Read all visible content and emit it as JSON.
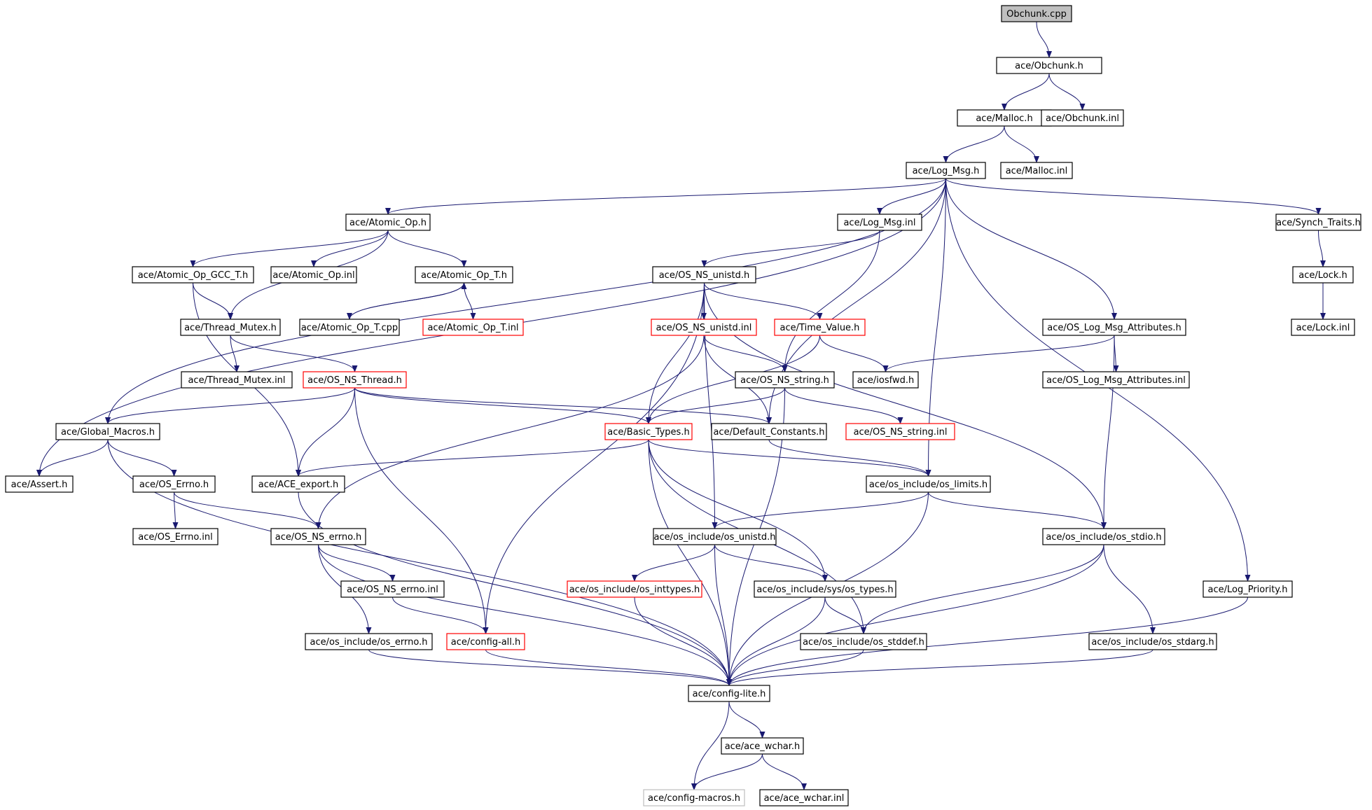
{
  "graph": {
    "colors": {
      "edge": "#191970",
      "node_border": "#000000",
      "incomplete_border": "#ff0000",
      "external_border": "#bfbfbf",
      "root_fill": "#bfbfbf"
    },
    "nodes": [
      {
        "id": "obchunk_cpp",
        "label": "Obchunk.cpp",
        "kind": "root"
      },
      {
        "id": "obchunk_h",
        "label": "ace/Obchunk.h",
        "kind": "normal"
      },
      {
        "id": "malloc_h",
        "label": "ace/Malloc.h",
        "kind": "normal"
      },
      {
        "id": "obchunk_inl",
        "label": "ace/Obchunk.inl",
        "kind": "normal"
      },
      {
        "id": "log_msg_h",
        "label": "ace/Log_Msg.h",
        "kind": "normal"
      },
      {
        "id": "malloc_inl",
        "label": "ace/Malloc.inl",
        "kind": "normal"
      },
      {
        "id": "atomic_op_h",
        "label": "ace/Atomic_Op.h",
        "kind": "normal"
      },
      {
        "id": "log_msg_inl",
        "label": "ace/Log_Msg.inl",
        "kind": "normal"
      },
      {
        "id": "synch_traits_h",
        "label": "ace/Synch_Traits.h",
        "kind": "normal"
      },
      {
        "id": "atomic_op_gcc_t_h",
        "label": "ace/Atomic_Op_GCC_T.h",
        "kind": "normal"
      },
      {
        "id": "atomic_op_inl",
        "label": "ace/Atomic_Op.inl",
        "kind": "normal"
      },
      {
        "id": "atomic_op_t_h",
        "label": "ace/Atomic_Op_T.h",
        "kind": "normal"
      },
      {
        "id": "os_ns_unistd_h",
        "label": "ace/OS_NS_unistd.h",
        "kind": "normal"
      },
      {
        "id": "lock_h",
        "label": "ace/Lock.h",
        "kind": "normal"
      },
      {
        "id": "thread_mutex_h",
        "label": "ace/Thread_Mutex.h",
        "kind": "normal"
      },
      {
        "id": "atomic_op_t_cpp",
        "label": "ace/Atomic_Op_T.cpp",
        "kind": "normal"
      },
      {
        "id": "atomic_op_t_inl",
        "label": "ace/Atomic_Op_T.inl",
        "kind": "red"
      },
      {
        "id": "os_ns_unistd_inl",
        "label": "ace/OS_NS_unistd.inl",
        "kind": "red"
      },
      {
        "id": "time_value_h",
        "label": "ace/Time_Value.h",
        "kind": "red"
      },
      {
        "id": "os_log_msg_attributes_h",
        "label": "ace/OS_Log_Msg_Attributes.h",
        "kind": "normal"
      },
      {
        "id": "lock_inl",
        "label": "ace/Lock.inl",
        "kind": "normal"
      },
      {
        "id": "thread_mutex_inl",
        "label": "ace/Thread_Mutex.inl",
        "kind": "normal"
      },
      {
        "id": "os_ns_thread_h",
        "label": "ace/OS_NS_Thread.h",
        "kind": "red"
      },
      {
        "id": "os_ns_string_h",
        "label": "ace/OS_NS_string.h",
        "kind": "normal"
      },
      {
        "id": "iosfwd_h",
        "label": "ace/iosfwd.h",
        "kind": "normal"
      },
      {
        "id": "os_log_msg_attributes_inl",
        "label": "ace/OS_Log_Msg_Attributes.inl",
        "kind": "normal"
      },
      {
        "id": "global_macros_h",
        "label": "ace/Global_Macros.h",
        "kind": "normal"
      },
      {
        "id": "basic_types_h",
        "label": "ace/Basic_Types.h",
        "kind": "red"
      },
      {
        "id": "default_constants_h",
        "label": "ace/Default_Constants.h",
        "kind": "normal"
      },
      {
        "id": "os_ns_string_inl",
        "label": "ace/OS_NS_string.inl",
        "kind": "red"
      },
      {
        "id": "assert_h",
        "label": "ace/Assert.h",
        "kind": "normal"
      },
      {
        "id": "os_errno_h",
        "label": "ace/OS_Errno.h",
        "kind": "normal"
      },
      {
        "id": "ace_export_h",
        "label": "ace/ACE_export.h",
        "kind": "normal"
      },
      {
        "id": "os_limits_h",
        "label": "ace/os_include/os_limits.h",
        "kind": "normal"
      },
      {
        "id": "os_errno_inl",
        "label": "ace/OS_Errno.inl",
        "kind": "normal"
      },
      {
        "id": "os_ns_errno_h",
        "label": "ace/OS_NS_errno.h",
        "kind": "normal"
      },
      {
        "id": "os_unistd_h",
        "label": "ace/os_include/os_unistd.h",
        "kind": "normal"
      },
      {
        "id": "os_stdio_h",
        "label": "ace/os_include/os_stdio.h",
        "kind": "normal"
      },
      {
        "id": "os_ns_errno_inl",
        "label": "ace/OS_NS_errno.inl",
        "kind": "normal"
      },
      {
        "id": "os_inttypes_h",
        "label": "ace/os_include/os_inttypes.h",
        "kind": "red"
      },
      {
        "id": "sys_os_types_h",
        "label": "ace/os_include/sys/os_types.h",
        "kind": "normal"
      },
      {
        "id": "log_priority_h",
        "label": "ace/Log_Priority.h",
        "kind": "normal"
      },
      {
        "id": "os_errno_os_h",
        "label": "ace/os_include/os_errno.h",
        "kind": "normal"
      },
      {
        "id": "config_all_h",
        "label": "ace/config-all.h",
        "kind": "red"
      },
      {
        "id": "os_stddef_h",
        "label": "ace/os_include/os_stddef.h",
        "kind": "normal"
      },
      {
        "id": "os_stdarg_h",
        "label": "ace/os_include/os_stdarg.h",
        "kind": "normal"
      },
      {
        "id": "config_lite_h",
        "label": "ace/config-lite.h",
        "kind": "normal"
      },
      {
        "id": "ace_wchar_h",
        "label": "ace/ace_wchar.h",
        "kind": "normal"
      },
      {
        "id": "config_macros_h",
        "label": "ace/config-macros.h",
        "kind": "gray"
      },
      {
        "id": "ace_wchar_inl",
        "label": "ace/ace_wchar.inl",
        "kind": "normal"
      }
    ],
    "edges": [
      [
        "obchunk_cpp",
        "obchunk_h"
      ],
      [
        "obchunk_h",
        "malloc_h"
      ],
      [
        "obchunk_h",
        "obchunk_inl"
      ],
      [
        "malloc_h",
        "log_msg_h"
      ],
      [
        "malloc_h",
        "malloc_inl"
      ],
      [
        "log_msg_h",
        "atomic_op_h"
      ],
      [
        "log_msg_h",
        "log_msg_inl"
      ],
      [
        "log_msg_h",
        "synch_traits_h"
      ],
      [
        "log_msg_h",
        "global_macros_h"
      ],
      [
        "log_msg_h",
        "assert_h"
      ],
      [
        "log_msg_h",
        "default_constants_h"
      ],
      [
        "log_msg_h",
        "os_limits_h"
      ],
      [
        "log_msg_h",
        "os_log_msg_attributes_h"
      ],
      [
        "log_msg_h",
        "log_priority_h"
      ],
      [
        "atomic_op_h",
        "atomic_op_gcc_t_h"
      ],
      [
        "atomic_op_h",
        "atomic_op_inl"
      ],
      [
        "atomic_op_h",
        "atomic_op_t_h"
      ],
      [
        "atomic_op_h",
        "thread_mutex_h"
      ],
      [
        "atomic_op_gcc_t_h",
        "thread_mutex_h"
      ],
      [
        "atomic_op_gcc_t_h",
        "ace_export_h"
      ],
      [
        "atomic_op_t_h",
        "atomic_op_t_cpp"
      ],
      [
        "atomic_op_t_cpp",
        "atomic_op_t_h"
      ],
      [
        "atomic_op_t_h",
        "atomic_op_t_inl"
      ],
      [
        "log_msg_inl",
        "os_ns_unistd_h"
      ],
      [
        "log_msg_inl",
        "os_ns_string_h"
      ],
      [
        "synch_traits_h",
        "lock_h"
      ],
      [
        "lock_h",
        "lock_inl"
      ],
      [
        "thread_mutex_h",
        "thread_mutex_inl"
      ],
      [
        "thread_mutex_h",
        "os_ns_thread_h"
      ],
      [
        "os_ns_unistd_h",
        "os_ns_unistd_inl"
      ],
      [
        "os_ns_unistd_h",
        "time_value_h"
      ],
      [
        "os_ns_unistd_h",
        "basic_types_h"
      ],
      [
        "os_ns_unistd_h",
        "os_unistd_h"
      ],
      [
        "os_ns_unistd_h",
        "config_all_h"
      ],
      [
        "os_ns_unistd_h",
        "os_stdio_h"
      ],
      [
        "os_ns_unistd_inl",
        "os_ns_string_h"
      ],
      [
        "os_ns_unistd_inl",
        "default_constants_h"
      ],
      [
        "os_ns_unistd_inl",
        "os_ns_errno_h"
      ],
      [
        "time_value_h",
        "iosfwd_h"
      ],
      [
        "time_value_h",
        "basic_types_h"
      ],
      [
        "os_log_msg_attributes_h",
        "iosfwd_h"
      ],
      [
        "os_log_msg_attributes_h",
        "os_log_msg_attributes_inl"
      ],
      [
        "os_log_msg_attributes_h",
        "os_stdio_h"
      ],
      [
        "os_ns_thread_h",
        "global_macros_h"
      ],
      [
        "os_ns_thread_h",
        "basic_types_h"
      ],
      [
        "os_ns_thread_h",
        "default_constants_h"
      ],
      [
        "os_ns_thread_h",
        "ace_export_h"
      ],
      [
        "os_ns_thread_h",
        "config_all_h"
      ],
      [
        "os_ns_string_h",
        "basic_types_h"
      ],
      [
        "os_ns_string_h",
        "os_ns_string_inl"
      ],
      [
        "os_ns_string_h",
        "config_lite_h"
      ],
      [
        "global_macros_h",
        "assert_h"
      ],
      [
        "global_macros_h",
        "os_errno_h"
      ],
      [
        "global_macros_h",
        "config_lite_h"
      ],
      [
        "basic_types_h",
        "ace_export_h"
      ],
      [
        "basic_types_h",
        "os_limits_h"
      ],
      [
        "basic_types_h",
        "sys_os_types_h"
      ],
      [
        "basic_types_h",
        "os_stddef_h"
      ],
      [
        "basic_types_h",
        "config_lite_h"
      ],
      [
        "default_constants_h",
        "os_limits_h"
      ],
      [
        "os_errno_h",
        "os_errno_inl"
      ],
      [
        "os_errno_h",
        "os_ns_errno_h"
      ],
      [
        "ace_export_h",
        "config_lite_h"
      ],
      [
        "os_limits_h",
        "os_unistd_h"
      ],
      [
        "os_limits_h",
        "os_stdio_h"
      ],
      [
        "os_limits_h",
        "config_lite_h"
      ],
      [
        "os_ns_errno_h",
        "os_ns_errno_inl"
      ],
      [
        "os_ns_errno_h",
        "os_errno_os_h"
      ],
      [
        "os_ns_errno_h",
        "config_lite_h"
      ],
      [
        "os_ns_errno_inl",
        "config_all_h"
      ],
      [
        "os_unistd_h",
        "os_inttypes_h"
      ],
      [
        "os_unistd_h",
        "sys_os_types_h"
      ],
      [
        "os_unistd_h",
        "config_lite_h"
      ],
      [
        "os_stdio_h",
        "os_stddef_h"
      ],
      [
        "os_stdio_h",
        "os_stdarg_h"
      ],
      [
        "os_stdio_h",
        "config_lite_h"
      ],
      [
        "os_inttypes_h",
        "config_lite_h"
      ],
      [
        "sys_os_types_h",
        "os_stddef_h"
      ],
      [
        "sys_os_types_h",
        "config_lite_h"
      ],
      [
        "log_priority_h",
        "config_lite_h"
      ],
      [
        "os_errno_os_h",
        "config_lite_h"
      ],
      [
        "config_all_h",
        "config_lite_h"
      ],
      [
        "os_stddef_h",
        "config_lite_h"
      ],
      [
        "os_stdarg_h",
        "config_lite_h"
      ],
      [
        "config_lite_h",
        "ace_wchar_h"
      ],
      [
        "config_lite_h",
        "config_macros_h"
      ],
      [
        "ace_wchar_h",
        "config_macros_h"
      ],
      [
        "ace_wchar_h",
        "ace_wchar_inl"
      ]
    ]
  }
}
